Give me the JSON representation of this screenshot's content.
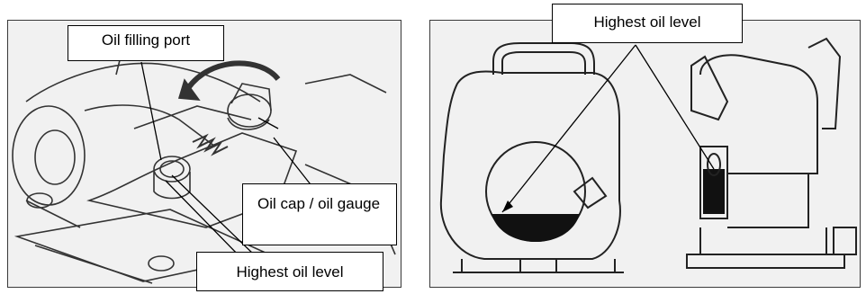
{
  "left_panel": {
    "labels": {
      "filling_port": "Oil filling port",
      "oil_cap": "Oil cap / oil gauge",
      "highest_level": "Highest oil level"
    }
  },
  "right_panel": {
    "labels": {
      "highest_level": "Highest oil level"
    }
  },
  "colors": {
    "line": "#222222",
    "panel_bg": "#f1f1f1",
    "oil": "#111111"
  }
}
